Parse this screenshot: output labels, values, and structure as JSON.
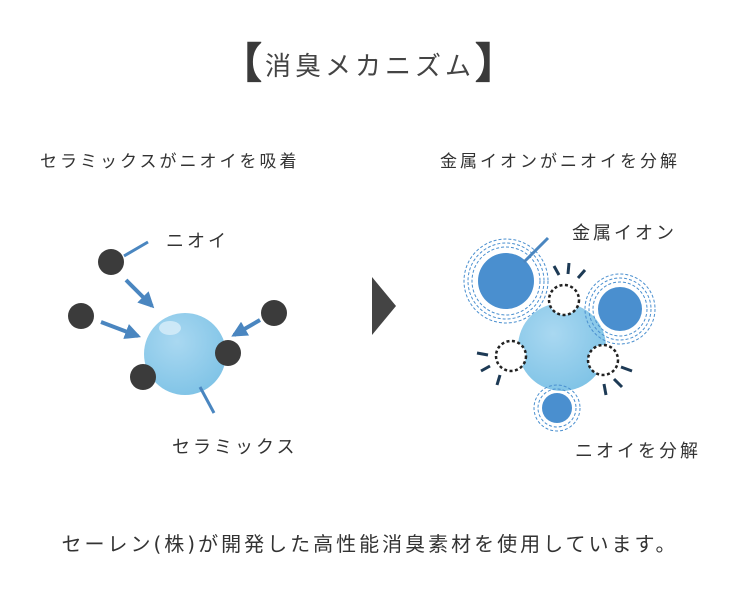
{
  "title": {
    "bracket_open": "【",
    "text": "消臭メカニズム",
    "bracket_close": "】"
  },
  "left_panel": {
    "heading": "セラミックスがニオイを吸着",
    "label_odor": "ニオイ",
    "label_ceramics": "セラミックス"
  },
  "right_panel": {
    "heading": "金属イオンがニオイを分解",
    "label_metal_ion": "金属イオン",
    "label_decompose": "ニオイを分解"
  },
  "footer": "セーレン(株)が開発した高性能消臭素材を使用しています。",
  "colors": {
    "ceramic_light_blue": "#7fc3e6",
    "metal_ion_blue": "#4a8fcf",
    "odor_dark": "#3b3b3b",
    "arrow_blue": "#4a86c0",
    "accent_navy": "#1d3a55"
  }
}
